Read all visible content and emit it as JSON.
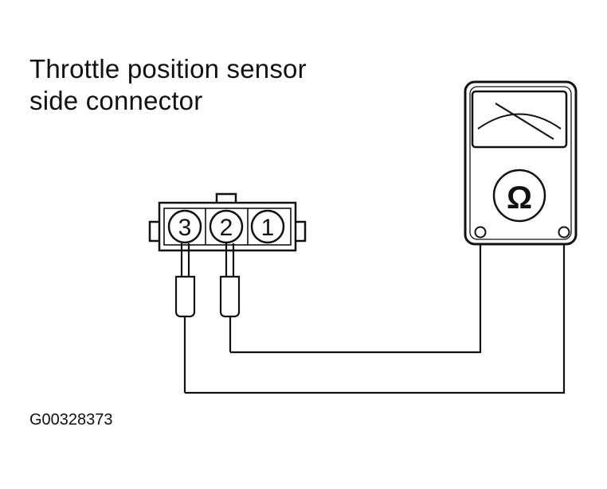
{
  "title": {
    "line1": "Throttle position sensor",
    "line2": "side connector"
  },
  "connector": {
    "pins": [
      "3",
      "2",
      "1"
    ]
  },
  "meter": {
    "symbol": "Ω"
  },
  "figure_id": "G00328373",
  "colors": {
    "ink": "#111111",
    "background": "#ffffff"
  }
}
